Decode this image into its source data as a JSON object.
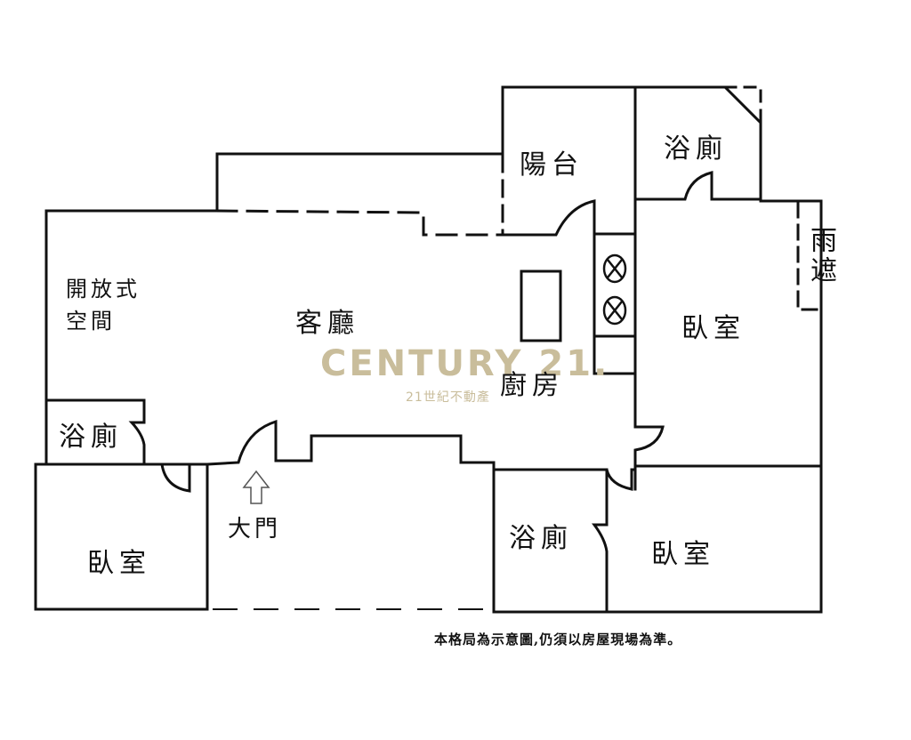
{
  "floorplan": {
    "rooms": {
      "balcony": "陽台",
      "bath_top": "浴廁",
      "rain_shelter": "雨遮",
      "open_space_line1": "開放式",
      "open_space_line2": "空間",
      "living_room": "客廳",
      "kitchen": "廚房",
      "bedroom_right": "臥室",
      "bath_left": "浴廁",
      "bedroom_left": "臥室",
      "main_door": "大門",
      "bath_bottom": "浴廁",
      "bedroom_bottom": "臥室"
    },
    "watermark": {
      "brand": "CENTURY 21.",
      "subtitle": "21世紀不動產",
      "color": "#c9bd9b"
    },
    "note": "本格局為示意圖,仍須以房屋現場為準。",
    "icons": [
      "stove-burner-icon",
      "stove-burner-icon",
      "entrance-arrow-icon"
    ]
  }
}
